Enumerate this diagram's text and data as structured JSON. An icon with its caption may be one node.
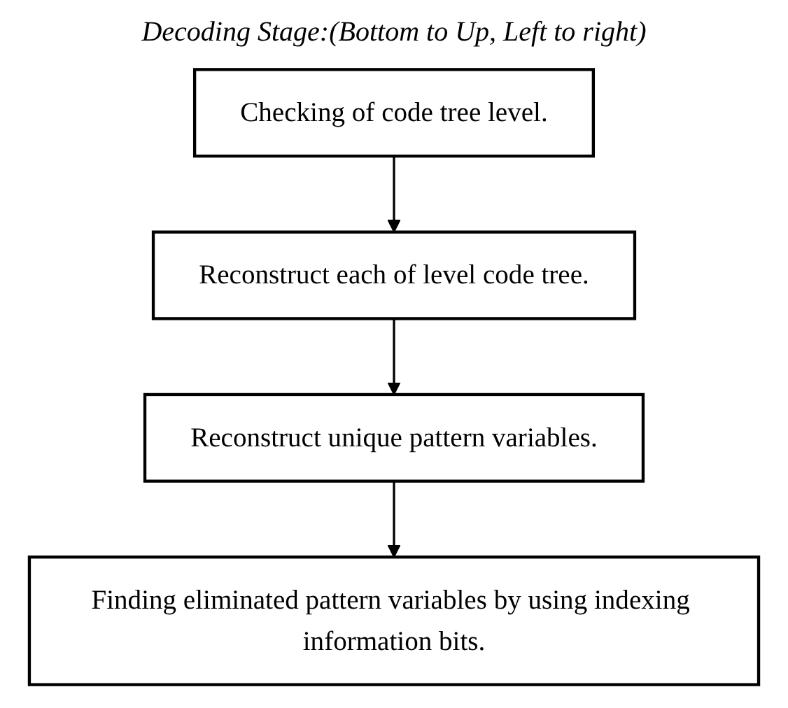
{
  "diagram": {
    "title": "Decoding Stage:(Bottom to Up, Left to right)",
    "nodes": [
      {
        "text": [
          "Checking of code tree level."
        ]
      },
      {
        "text": [
          "Reconstruct each of level code tree."
        ]
      },
      {
        "text": [
          "Reconstruct unique pattern variables."
        ]
      },
      {
        "text": [
          "Finding eliminated pattern variables by using indexing information bits."
        ]
      }
    ],
    "edges": [
      {
        "from": 0,
        "to": 1,
        "arrow": "to"
      },
      {
        "from": 1,
        "to": 2,
        "arrow": "to"
      },
      {
        "from": 2,
        "to": 3,
        "arrow": "to"
      }
    ]
  }
}
